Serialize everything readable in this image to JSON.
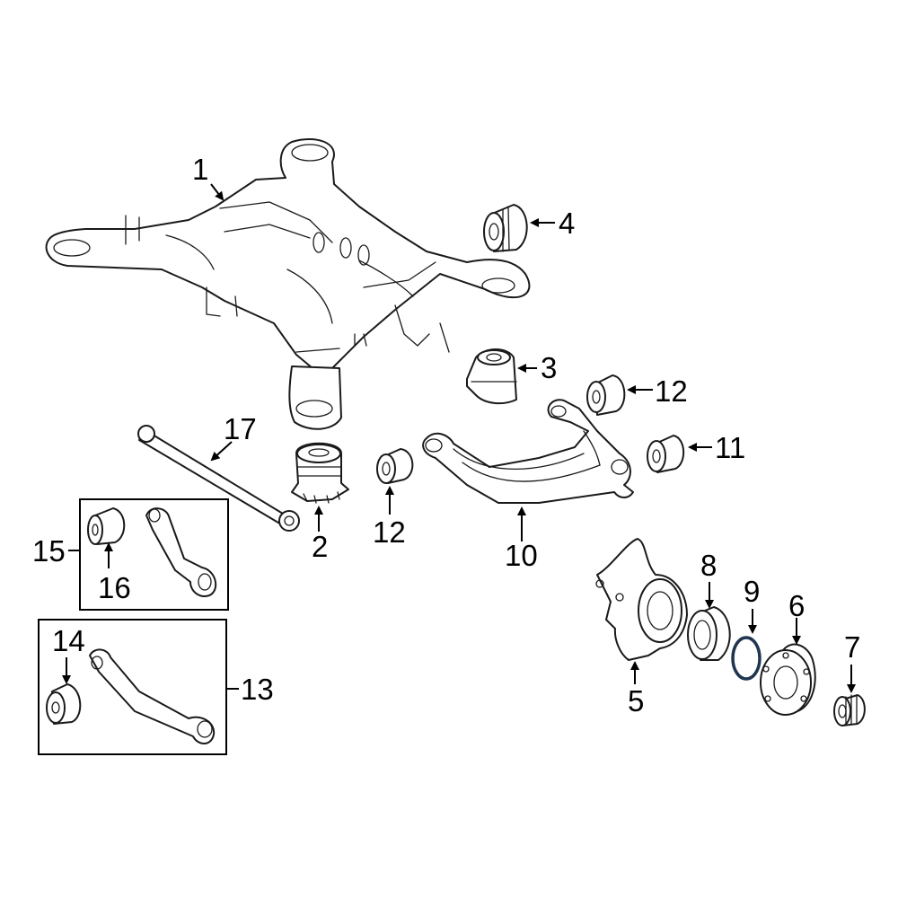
{
  "labels": {
    "p1": "1",
    "p2": "2",
    "p3": "3",
    "p4": "4",
    "p5": "5",
    "p6": "6",
    "p7": "7",
    "p8": "8",
    "p9": "9",
    "p10": "10",
    "p11": "11",
    "p12a": "12",
    "p12b": "12",
    "p13": "13",
    "p14": "14",
    "p15": "15",
    "p16": "16",
    "p17": "17"
  },
  "colors": {
    "line": "#1a1a1a",
    "ring_accent": "#1f3550",
    "background": "#ffffff"
  }
}
